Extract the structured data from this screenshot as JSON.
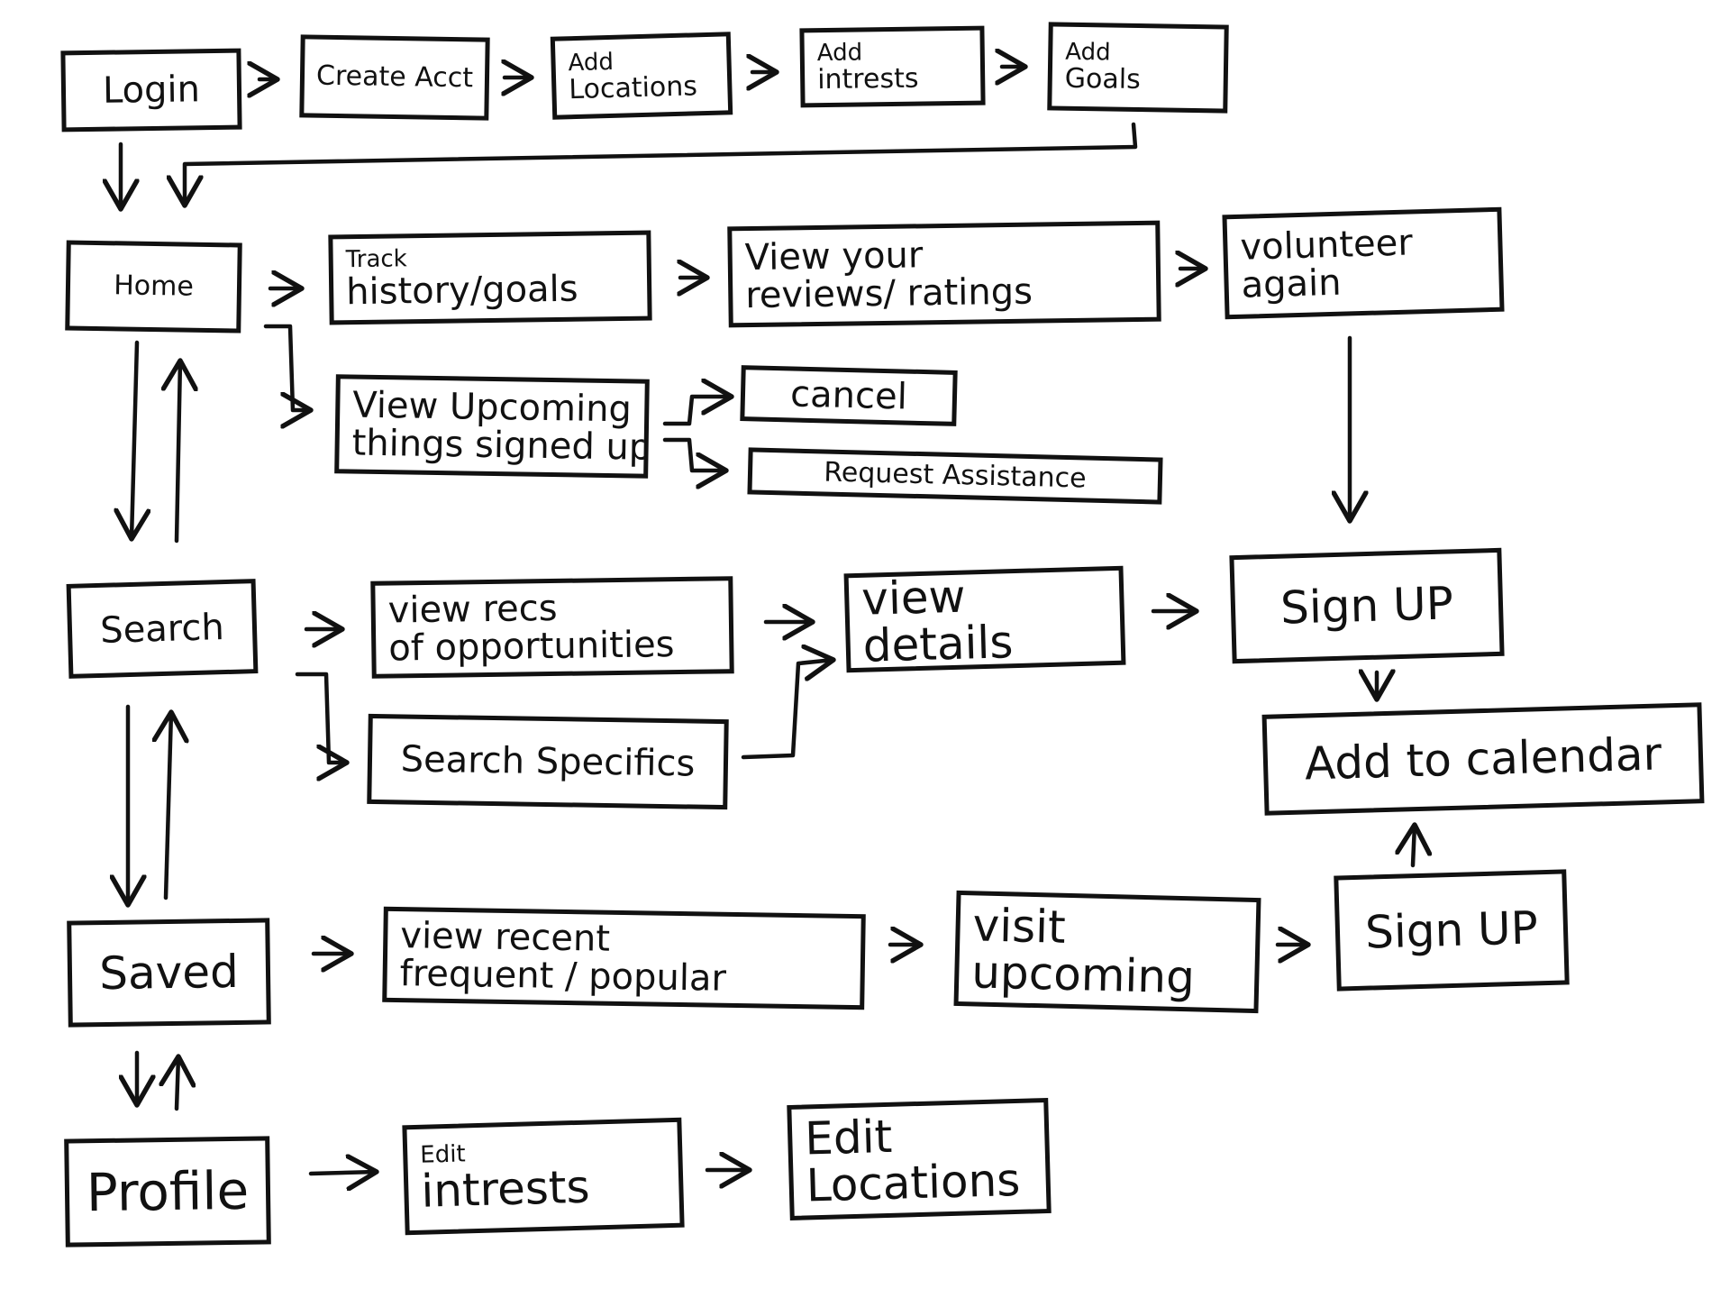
{
  "diagram": {
    "nodes": {
      "login": {
        "label": "Login"
      },
      "create_acct": {
        "label": "Create Acct"
      },
      "add_locations": {
        "line1": "Add",
        "line2": "Locations"
      },
      "add_intrests": {
        "line1": "Add",
        "line2": "intrests"
      },
      "add_goals": {
        "line1": "Add",
        "line2": "Goals"
      },
      "home": {
        "label": "Home"
      },
      "track_history": {
        "line1": "Track",
        "line2": "history/goals"
      },
      "view_reviews": {
        "line1": "View your",
        "line2": "reviews/ ratings"
      },
      "volunteer_again": {
        "line1": "volunteer",
        "line2": "again"
      },
      "view_upcoming": {
        "line1": "View Upcoming",
        "line2": "things signed up"
      },
      "cancel": {
        "label": "cancel"
      },
      "request_assistance": {
        "label": "Request Assistance"
      },
      "search": {
        "label": "Search"
      },
      "view_recs": {
        "line1": "view recs",
        "line2": "of opportunities"
      },
      "search_specifics": {
        "label": "Search Specifics"
      },
      "view_details": {
        "line1": "view",
        "line2": "details"
      },
      "sign_up_top": {
        "label": "Sign UP"
      },
      "add_to_calendar": {
        "label": "Add to calendar"
      },
      "saved": {
        "label": "Saved"
      },
      "view_recent": {
        "line1": "view recent",
        "line2": "frequent / popular"
      },
      "visit_upcoming": {
        "line1": "visit",
        "line2": "upcoming"
      },
      "sign_up_bottom": {
        "label": "Sign UP"
      },
      "profile": {
        "label": "Profile"
      },
      "edit_intrests": {
        "line1": "Edit",
        "line2": "intrests"
      },
      "edit_locations": {
        "line1": "Edit",
        "line2": "Locations"
      }
    },
    "edges": [
      [
        "login",
        "create_acct"
      ],
      [
        "create_acct",
        "add_locations"
      ],
      [
        "add_locations",
        "add_intrests"
      ],
      [
        "add_intrests",
        "add_goals"
      ],
      [
        "add_goals",
        "home"
      ],
      [
        "login",
        "home"
      ],
      [
        "home",
        "track_history"
      ],
      [
        "track_history",
        "view_reviews"
      ],
      [
        "view_reviews",
        "volunteer_again"
      ],
      [
        "volunteer_again",
        "sign_up_top"
      ],
      [
        "home",
        "view_upcoming"
      ],
      [
        "view_upcoming",
        "cancel"
      ],
      [
        "view_upcoming",
        "request_assistance"
      ],
      [
        "home",
        "search"
      ],
      [
        "search",
        "home"
      ],
      [
        "search",
        "view_recs"
      ],
      [
        "search",
        "search_specifics"
      ],
      [
        "view_recs",
        "view_details"
      ],
      [
        "search_specifics",
        "view_details"
      ],
      [
        "view_details",
        "sign_up_top"
      ],
      [
        "sign_up_top",
        "add_to_calendar"
      ],
      [
        "search",
        "saved"
      ],
      [
        "saved",
        "search"
      ],
      [
        "saved",
        "view_recent"
      ],
      [
        "view_recent",
        "visit_upcoming"
      ],
      [
        "visit_upcoming",
        "sign_up_bottom"
      ],
      [
        "sign_up_bottom",
        "add_to_calendar"
      ],
      [
        "saved",
        "profile"
      ],
      [
        "profile",
        "saved"
      ],
      [
        "profile",
        "edit_intrests"
      ],
      [
        "edit_intrests",
        "edit_locations"
      ]
    ]
  }
}
